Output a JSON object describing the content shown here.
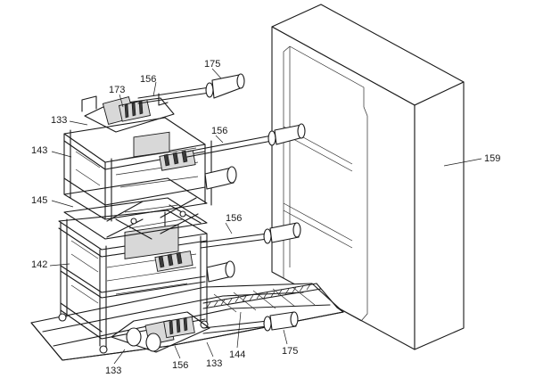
{
  "labels": {
    "l175_top": "175",
    "l156_top": "156",
    "l173": "173",
    "l133_left": "133",
    "l143": "143",
    "l156_mid": "156",
    "l145": "145",
    "l156_low": "156",
    "l142": "142",
    "l159": "159",
    "l133_bottom_left": "133",
    "l156_bottom": "156",
    "l133_bottom_right": "133",
    "l144": "144",
    "l175_bottom": "175"
  }
}
